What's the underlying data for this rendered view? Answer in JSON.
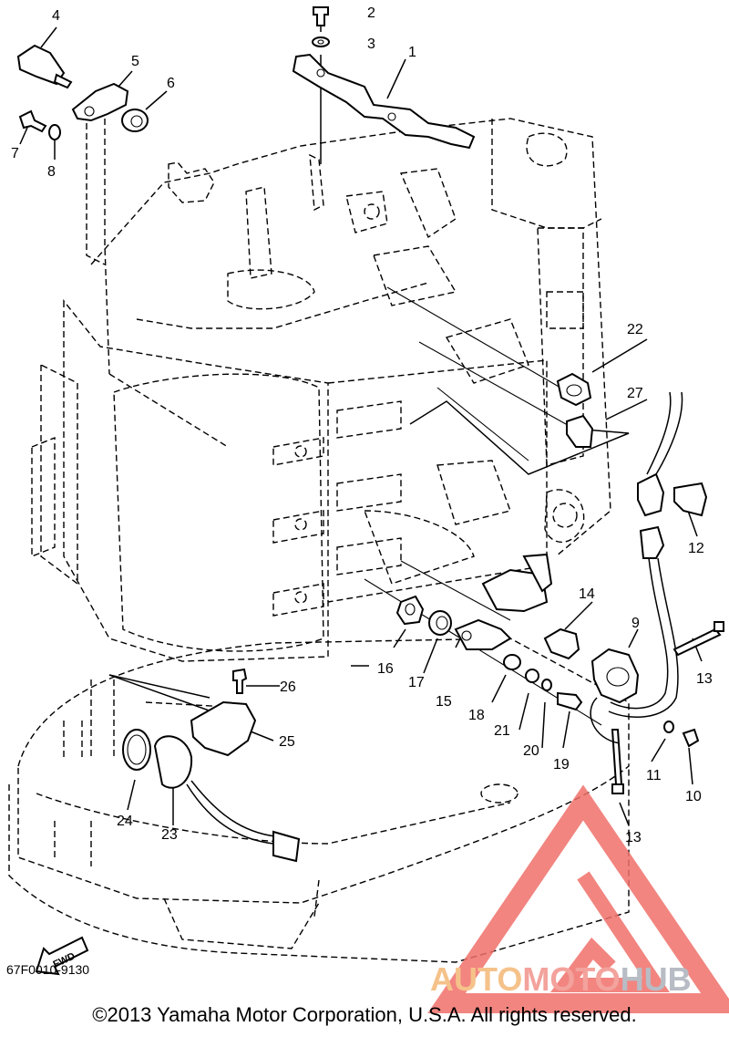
{
  "diagram": {
    "part_labels": [
      "1",
      "2",
      "3",
      "4",
      "5",
      "6",
      "7",
      "8",
      "9",
      "10",
      "11",
      "12",
      "13",
      "13",
      "14",
      "15",
      "16",
      "17",
      "18",
      "19",
      "20",
      "21",
      "22",
      "23",
      "24",
      "25",
      "26",
      "27"
    ],
    "fwd_label": "FWD",
    "drawing_code": "67F0010-9130",
    "copyright": "©2013 Yamaha Motor Corporation, U.S.A. All rights reserved."
  },
  "watermark": {
    "part_a": "AUTO",
    "part_b": "MOTO",
    "part_c": "HUB",
    "colors": {
      "auto": "#f5c28a",
      "moto": "#f3a29c",
      "hub": "#b8bcc4",
      "logo": "#f0706a"
    }
  }
}
